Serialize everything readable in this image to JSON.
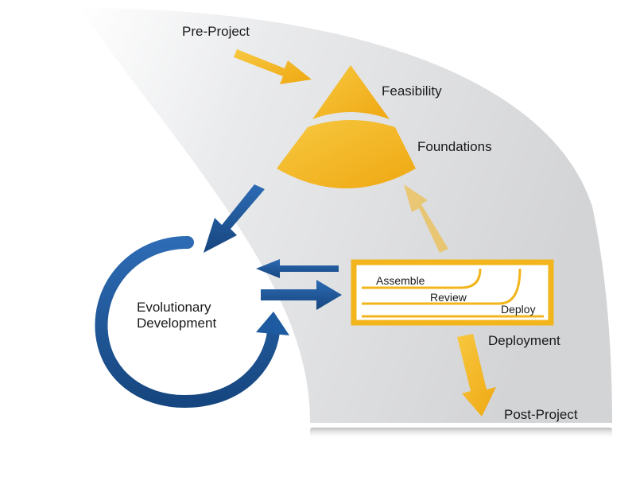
{
  "labels": {
    "pre_project": "Pre-Project",
    "feasibility": "Feasibility",
    "foundations": "Foundations",
    "evolutionary_line1": "Evolutionary",
    "evolutionary_line2": "Development",
    "assemble": "Assemble",
    "review": "Review",
    "deploy": "Deploy",
    "deployment": "Deployment",
    "post_project": "Post-Project"
  },
  "colors": {
    "yellow": "#F2B51C",
    "yellow_light": "#F7D27A",
    "blue": "#1E5AA0",
    "blue_dark": "#15437A",
    "grey_band": "#DCDDDF"
  }
}
